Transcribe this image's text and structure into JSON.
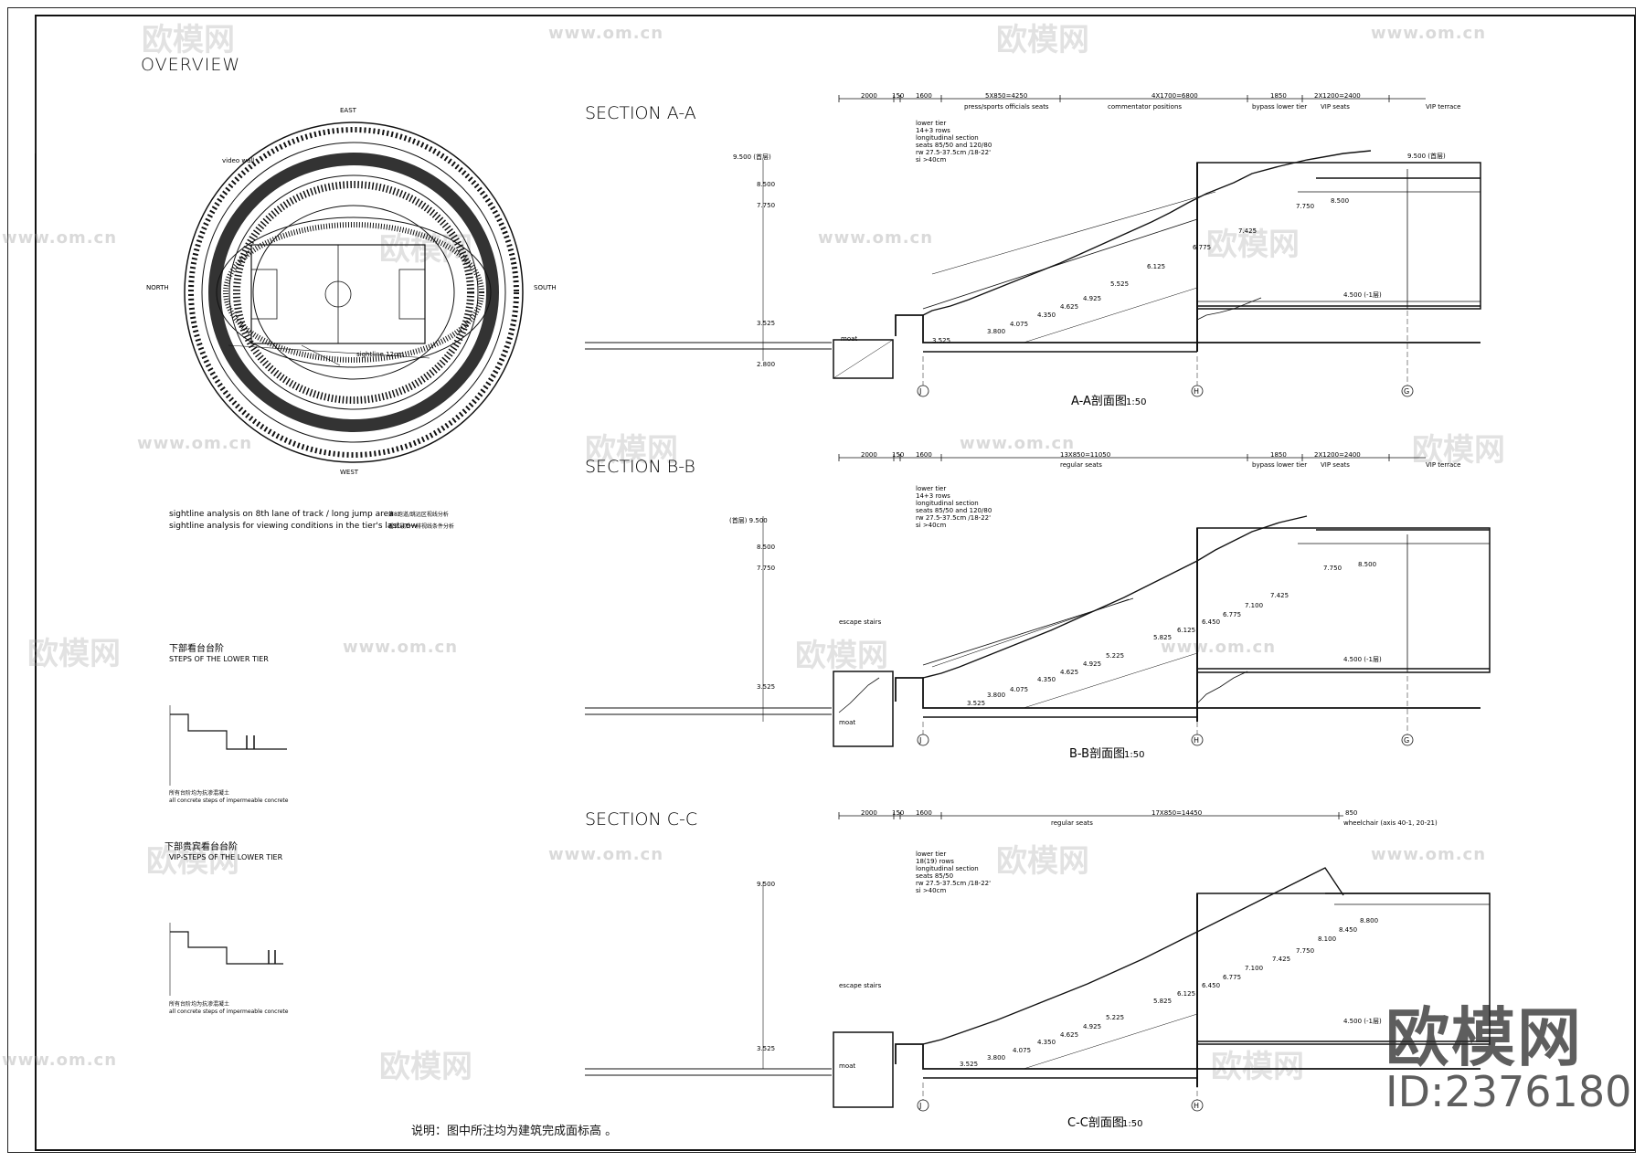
{
  "overview": {
    "title": "OVERVIEW",
    "compass": {
      "east": "EAST",
      "west": "WEST",
      "north": "NORTH",
      "south": "SOUTH"
    },
    "labels": {
      "video_wall": "video wall",
      "sightline": "sightline 12cm"
    },
    "legend": [
      {
        "en": "sightline analysis on 8th lane of track / long jump area",
        "cn": "第8跑道/跳远区视线分析"
      },
      {
        "en": "sightline analysis for viewing conditions in the tier's last row",
        "cn": "看台最后一排视线条件分析"
      }
    ]
  },
  "steps_lower": {
    "cn_title": "下部看台台阶",
    "en_title": "STEPS OF THE LOWER TIER",
    "note_bottom_cn": "所有台阶均为抗渗混凝土",
    "note_bottom_en": "all concrete steps of impermeable concrete"
  },
  "steps_vip": {
    "cn_title": "下部贵宾看台台阶",
    "en_title": "VIP-STEPS OF THE LOWER TIER",
    "note_bottom_cn": "所有台阶均为抗渗混凝土",
    "note_bottom_en": "all concrete steps of impermeable concrete"
  },
  "sections": [
    {
      "title": "SECTION A-A",
      "caption": "A-A剖面图",
      "scale": "1:50",
      "dims": [
        "2000",
        "150",
        "1600",
        "5X850=4250",
        "4X1700=6800",
        "1850",
        "2X1200=2400"
      ],
      "zones": [
        "press/sports officials seats",
        "commentator positions",
        "bypass lower tier",
        "VIP seats",
        "VIP terrace"
      ],
      "levels": [
        "9.500",
        "8.500",
        "7.750",
        "3.525",
        "2.800"
      ],
      "first_floor": "9.500 (首层)",
      "basement": "4.500 (-1层)",
      "steps": [
        "3.525",
        "3.800",
        "4.075",
        "4.350",
        "4.625",
        "4.925",
        "5.525",
        "6.125",
        "6.775",
        "7.425",
        "7.750",
        "8.500",
        "9.500"
      ],
      "axes": [
        "J",
        "H",
        "G"
      ]
    },
    {
      "title": "SECTION B-B",
      "caption": "B-B剖面图",
      "scale": "1:50",
      "dims": [
        "2000",
        "150",
        "1600",
        "13X850=11050",
        "1850",
        "2X1200=2400"
      ],
      "zones": [
        "regular seats",
        "bypass lower tier",
        "VIP seats",
        "VIP terrace"
      ],
      "levels": [
        "9.500",
        "8.500",
        "7.750",
        "3.525"
      ],
      "first_floor": "(首层) 9.500",
      "basement": "4.500 (-1层)",
      "steps": [
        "3.525",
        "3.800",
        "4.075",
        "4.350",
        "4.625",
        "4.925",
        "5.225",
        "5.825",
        "6.125",
        "6.450",
        "6.775",
        "7.100",
        "7.425",
        "7.750",
        "8.500"
      ],
      "axes": [
        "J",
        "H",
        "G"
      ]
    },
    {
      "title": "SECTION C-C",
      "caption": "C-C剖面图",
      "scale": "1:50",
      "dims": [
        "2000",
        "150",
        "1600",
        "17X850=14450",
        "850"
      ],
      "zones": [
        "regular seats",
        "wheelchair (axis 40-1, 20-21)"
      ],
      "levels": [
        "9.500",
        "3.525"
      ],
      "first_floor": "9.500",
      "basement": "4.500 (-1层)",
      "steps": [
        "3.525",
        "3.800",
        "4.075",
        "4.350",
        "4.625",
        "4.925",
        "5.225",
        "5.825",
        "6.125",
        "6.450",
        "6.775",
        "7.100",
        "7.425",
        "7.750",
        "8.100",
        "8.450",
        "8.800"
      ],
      "axes": [
        "J",
        "H"
      ]
    }
  ],
  "section_common": {
    "tier": "lower tier",
    "rows_ab": "14+3 rows",
    "rows_c": "18(19) rows",
    "long": "longitudinal section",
    "seats_ab": "seats 85/50 and 120/80",
    "seats_c": "seats 85/50",
    "rw": "rw 27.5-37.5cm /18-22'",
    "si": "si >40cm",
    "escape": "escape stairs",
    "moat": "moat"
  },
  "note": "说明：图中所注均为建筑完成面标高 。",
  "watermark": {
    "brand": "欧模网",
    "id": "ID:2376180",
    "url": "www.om.cn"
  }
}
